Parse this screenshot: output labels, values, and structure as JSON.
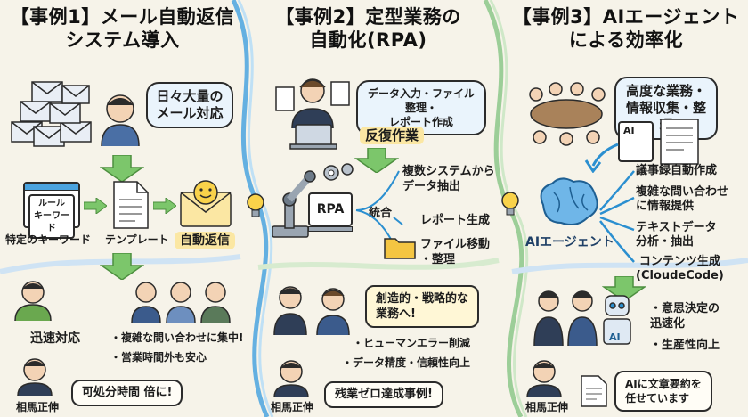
{
  "col1": {
    "title_line1": "【事例1】メール自動返信",
    "title_line2": "システム導入",
    "bubble": "日々大量の\nメール対応",
    "rule_box": "ルール\nキーワード",
    "label_keyword": "特定のキーワード",
    "label_template": "テンプレート",
    "label_autoreply": "自動返信",
    "label_quick": "迅速対応",
    "benefit1": "・複雑な問い合わせに集中!",
    "benefit2": "・営業時間外も安心",
    "person_name": "相馬正伸",
    "speech": "可処分時間 倍に!"
  },
  "col2": {
    "title_line1": "【事例2】定型業務の",
    "title_line2": "自動化(RPA)",
    "bubble": "データ入力・ファイル整理・\nレポート作成",
    "hl_repeat": "反復作業",
    "rpa_label": "RPA",
    "label_integrate": "統合",
    "flow1": "複数システムから\nデータ抽出",
    "flow2": "レポート生成",
    "flow3": "ファイル移動\n・整理",
    "strategic": "創造的・戦略的な\n業務へ!",
    "benefit1": "・ヒューマンエラー削減",
    "benefit2": "・データ精度・信頼性向上",
    "person_name": "相馬正伸",
    "speech": "残業ゼロ達成事例!"
  },
  "col3": {
    "title_line1": "【事例3】AIエージェント",
    "title_line2": "による効率化",
    "bubble": "高度な業務・\n情報収集・整理",
    "doc_label": "AI",
    "agent_label": "AIエージェント",
    "out1": "議事録自動作成",
    "out2": "複雑な問い合わせ\nに情報提供",
    "out3": "テキストデータ\n分析・抽出",
    "out4": "コンテンツ生成\n(CloudeCode)",
    "benefit1": "・意思決定の\n迅速化",
    "benefit2": "・生産性向上",
    "robot_label": "AI",
    "person_name": "相馬正伸",
    "speech": "AIに文章要約を\n任せています"
  },
  "colors": {
    "bg": "#f6f3e9",
    "divider_blue": "#4aa3df",
    "divider_green": "#8cc78a",
    "arrow_green": "#7cc66b",
    "highlight": "#fbe7a3",
    "bubble": "#eaf4fc"
  }
}
